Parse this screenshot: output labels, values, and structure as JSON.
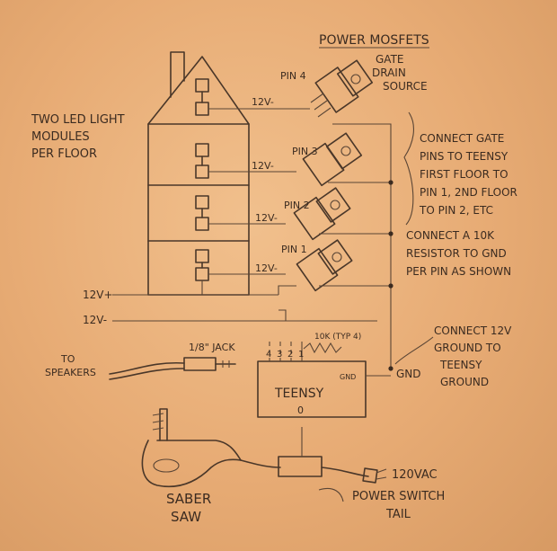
{
  "labels": {
    "power_mosfets": "POWER MOSFETS",
    "gate_drain_source": [
      "GATE",
      "DRAIN",
      "SOURCE"
    ],
    "pins": [
      "PIN 4",
      "PIN 3",
      "PIN 2",
      "PIN 1"
    ],
    "volt_12": "12V-",
    "led_note": [
      "TWO LED LIGHT",
      "MODULES",
      "PER FLOOR"
    ],
    "connect_gate_note": [
      "CONNECT GATE",
      "PINS TO TEENSY",
      "FIRST FLOOR TO",
      "PIN 1, 2ND FLOOR",
      "TO PIN 2, ETC"
    ],
    "resistor_note": [
      "CONNECT A 10K",
      "RESISTOR TO GND",
      "PER PIN AS SHOWN"
    ],
    "rail_plus": "12V+",
    "rail_minus": "12V-",
    "resistor_label": "10K (TYP 4)",
    "jack_label": "1/8\" JACK",
    "speakers": [
      "TO",
      "SPEAKERS"
    ],
    "teensy_pins": [
      "4",
      "3",
      "2",
      "1"
    ],
    "teensy": "TEENSY",
    "teensy_gnd": "GND",
    "gnd": "GND",
    "ground_note": [
      "CONNECT 12V",
      "GROUND TO",
      "TEENSY",
      "GROUND"
    ],
    "teensy_pin0": "0",
    "saber_saw": [
      "SABER",
      "SAW"
    ],
    "ac": "120VAC",
    "power_switch": [
      "POWER SWITCH",
      "TAIL"
    ]
  }
}
